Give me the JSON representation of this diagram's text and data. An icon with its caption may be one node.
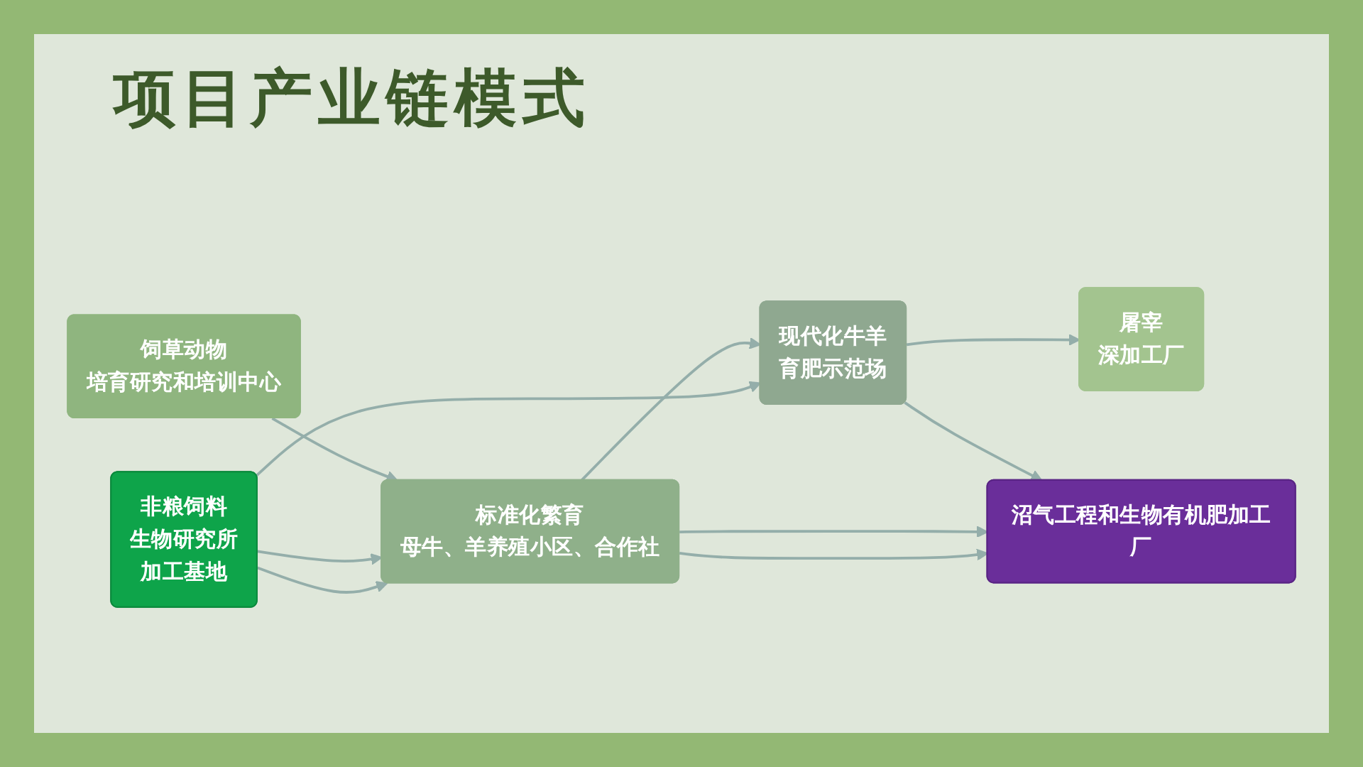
{
  "diagram": {
    "title": "项目产业链模式",
    "nodes": [
      {
        "text": [
          "非粮饲料",
          "生物研究所",
          "加工基地"
        ]
      },
      {
        "text": [
          "饲草动物",
          "培育研究和培训中心"
        ]
      },
      {
        "text": [
          "标准化繁育",
          "母牛、羊养殖小区、合作社"
        ]
      },
      {
        "text": [
          "现代化牛羊",
          "育肥示范场"
        ]
      },
      {
        "text": [
          "屠宰",
          "深加工厂"
        ]
      },
      {
        "text": [
          "沼气工程和生物有机肥加工厂"
        ]
      }
    ],
    "edges": [
      {
        "from": 0,
        "to": 2,
        "arrow": "to"
      },
      {
        "from": 0,
        "to": 2,
        "arrow": "to"
      },
      {
        "from": 0,
        "to": 3,
        "arrow": "to"
      },
      {
        "from": 1,
        "to": 2,
        "arrow": "to"
      },
      {
        "from": 2,
        "to": 3,
        "arrow": "to"
      },
      {
        "from": 3,
        "to": 4,
        "arrow": "to"
      },
      {
        "from": 2,
        "to": 5,
        "arrow": "to"
      },
      {
        "from": 2,
        "to": 5,
        "arrow": "to"
      },
      {
        "from": 3,
        "to": 5,
        "arrow": "to"
      }
    ]
  }
}
